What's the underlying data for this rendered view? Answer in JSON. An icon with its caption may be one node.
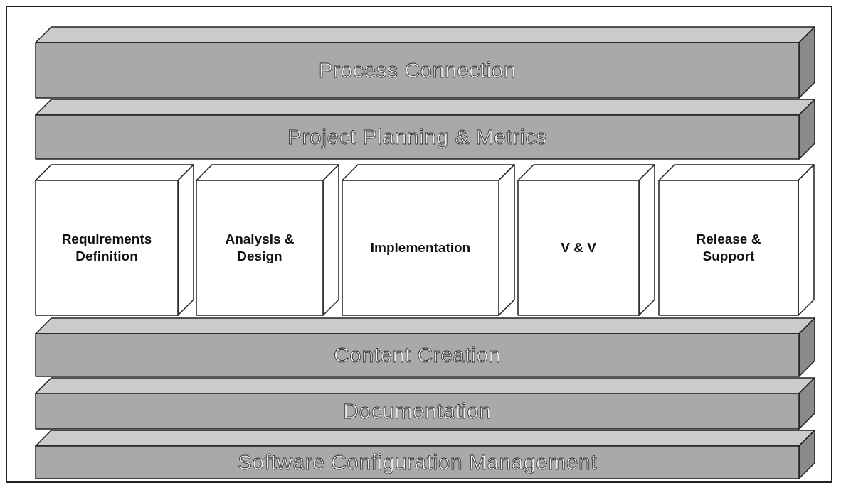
{
  "diagram": {
    "nodes": [
      {
        "text": [
          "Process Connection"
        ]
      },
      {
        "text": [
          "Project Planning & Metrics"
        ]
      },
      {
        "text": [
          "Requirements Definition"
        ]
      },
      {
        "text": [
          "Analysis & Design"
        ]
      },
      {
        "text": [
          "Implementation"
        ]
      },
      {
        "text": [
          "V & V"
        ]
      },
      {
        "text": [
          "Release & Support"
        ]
      },
      {
        "text": [
          "Content Creation"
        ]
      },
      {
        "text": [
          "Documentation"
        ]
      },
      {
        "text": [
          "Software Configuration Management"
        ]
      }
    ]
  }
}
